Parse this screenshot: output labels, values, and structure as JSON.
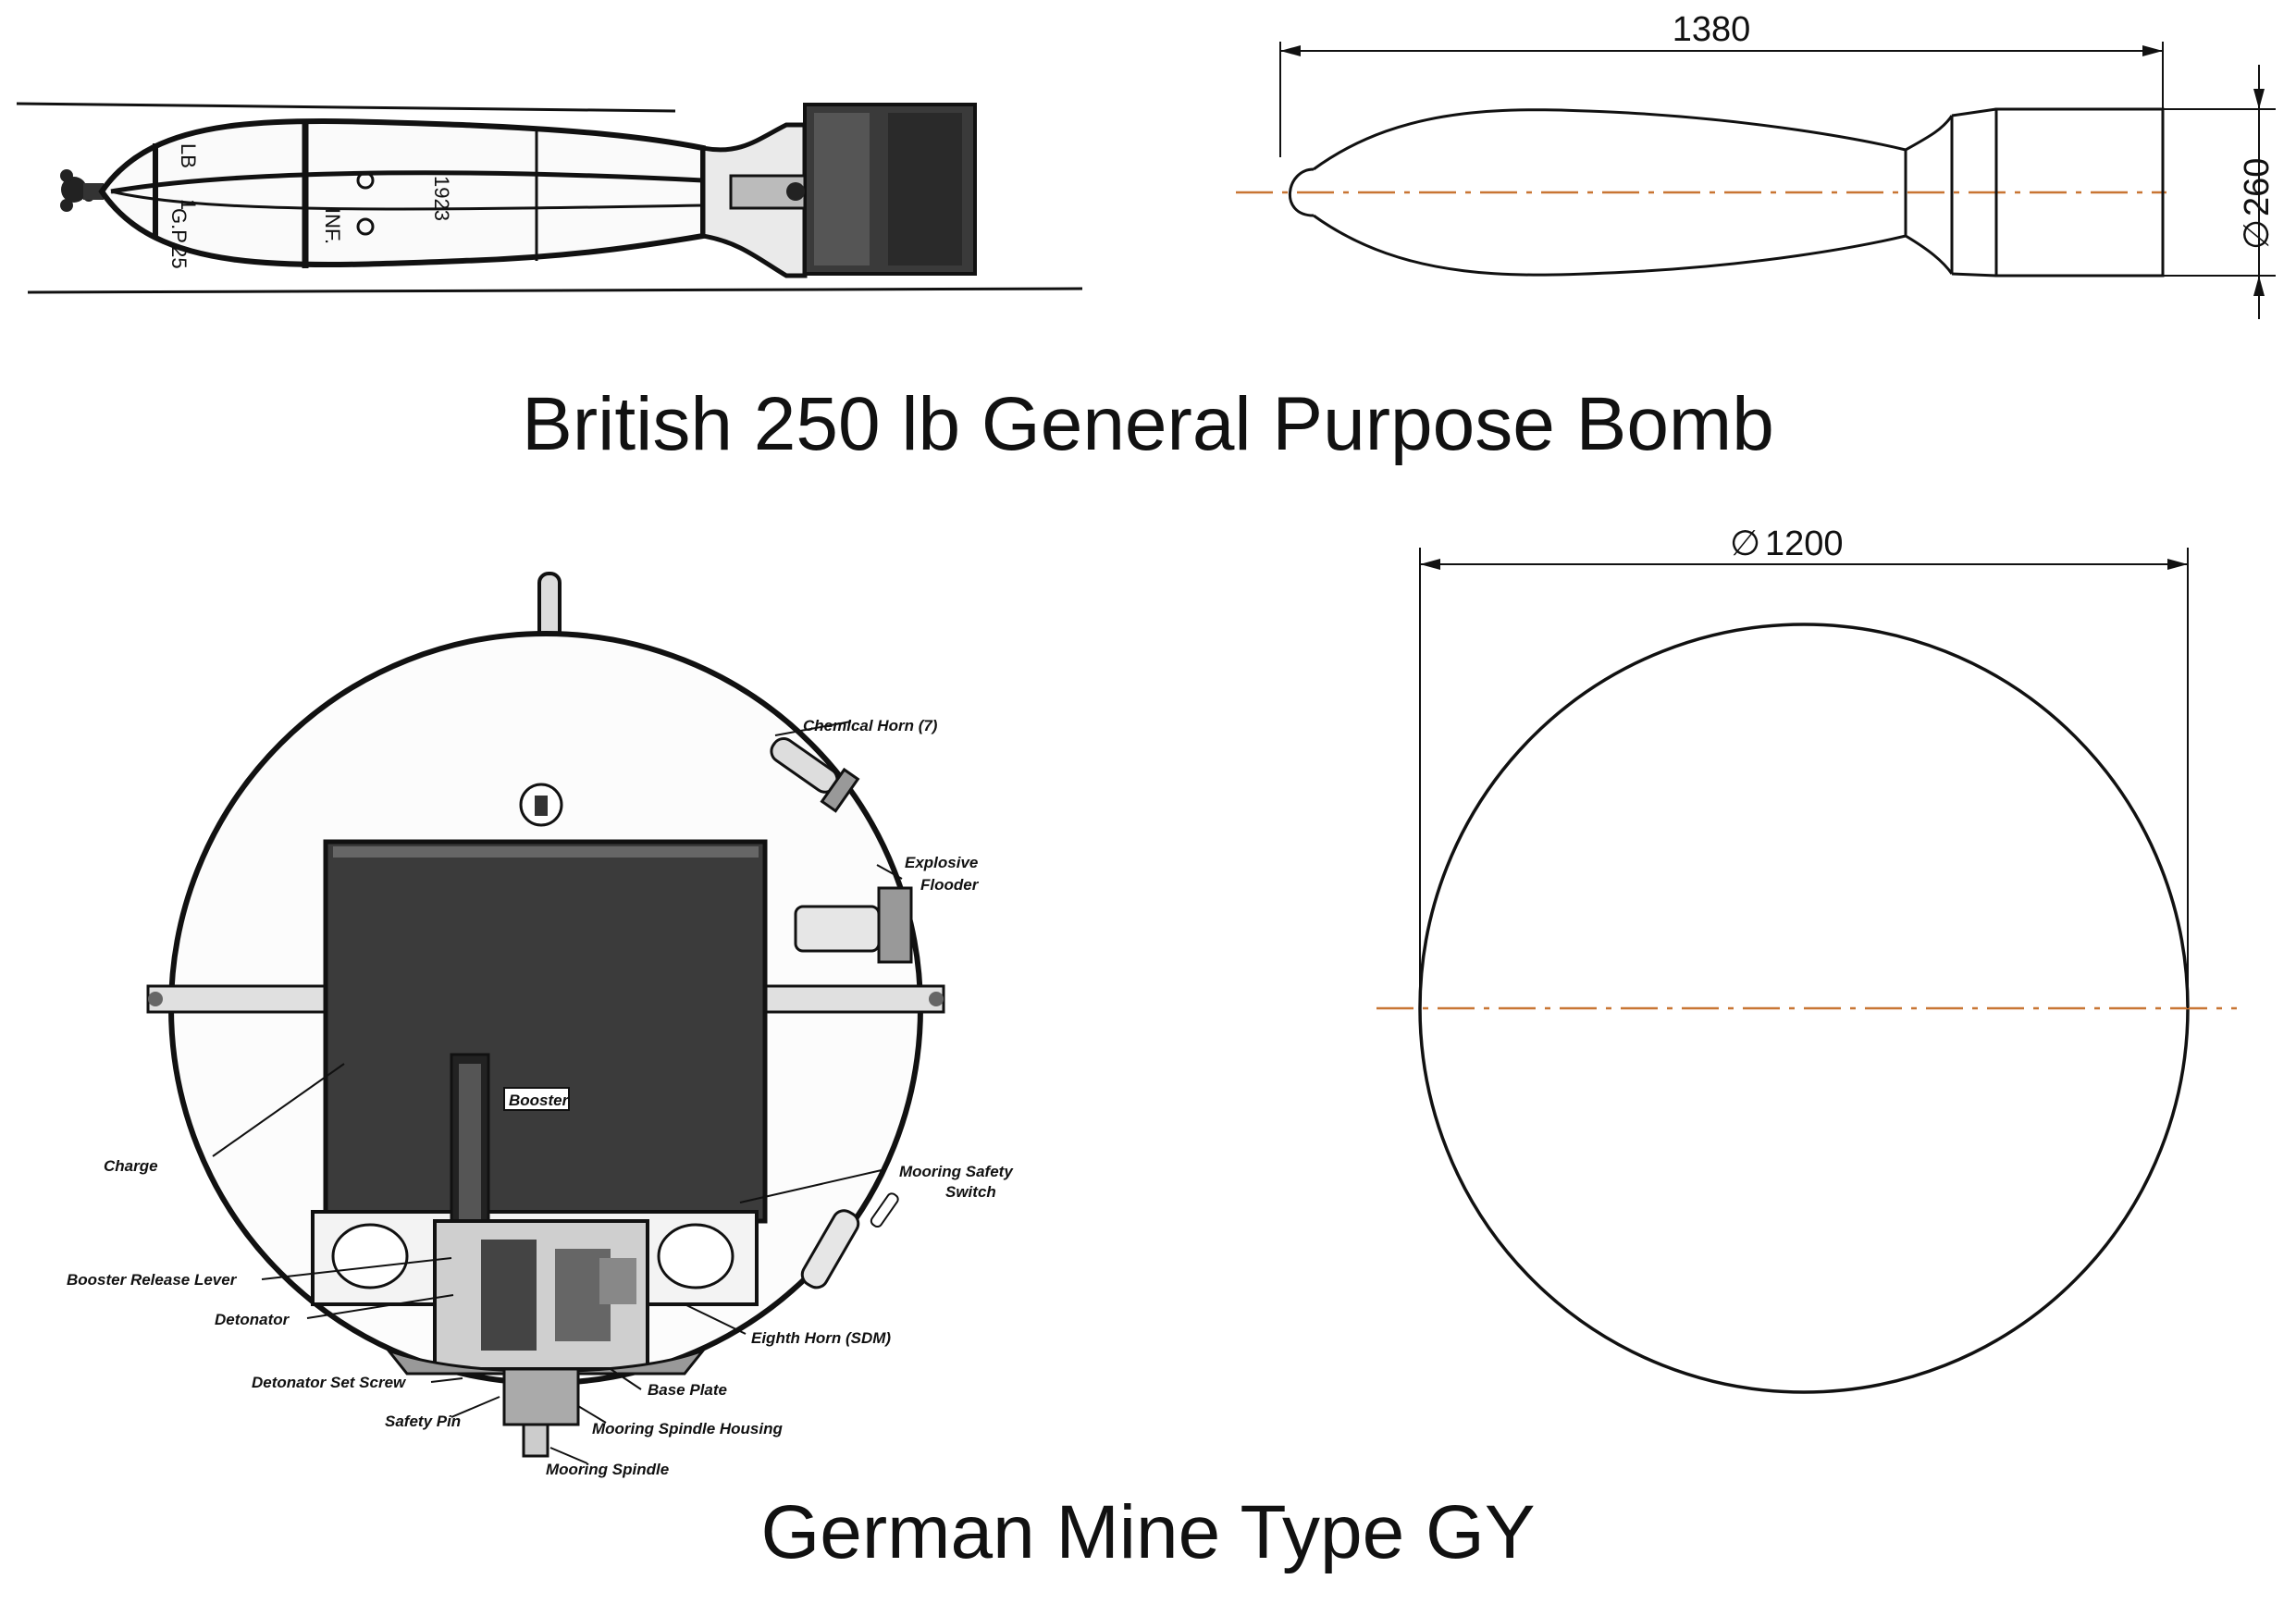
{
  "bomb": {
    "caption": "British 250 lb General Purpose Bomb",
    "length_dim": "1380",
    "diameter_dim": "260",
    "diameter_symbol": "∅",
    "stencil_top": "LB",
    "stencil_mid": "1",
    "stencil_gp": "G.P.25",
    "stencil_inf": "INF.",
    "stencil_year": "1923"
  },
  "mine": {
    "caption": "German Mine Type GY",
    "diameter_dim": "1200",
    "diameter_symbol": "∅",
    "labels": {
      "chemical_horn": "Chemical Horn (7)",
      "explosive_flooder_1": "Explosive",
      "explosive_flooder_2": "Flooder",
      "booster": "Booster",
      "charge": "Charge",
      "mooring_safety_switch_1": "Mooring Safety",
      "mooring_safety_switch_2": "Switch",
      "booster_release_lever": "Booster Release Lever",
      "detonator": "Detonator",
      "eighth_horn": "Eighth Horn (SDM)",
      "detonator_set_screw": "Detonator Set Screw",
      "base_plate": "Base Plate",
      "safety_pin": "Safety Pin",
      "mooring_spindle_housing": "Mooring Spindle Housing",
      "mooring_spindle": "Mooring Spindle"
    }
  },
  "colors": {
    "centerline": "#c87533",
    "ink": "#111111"
  }
}
